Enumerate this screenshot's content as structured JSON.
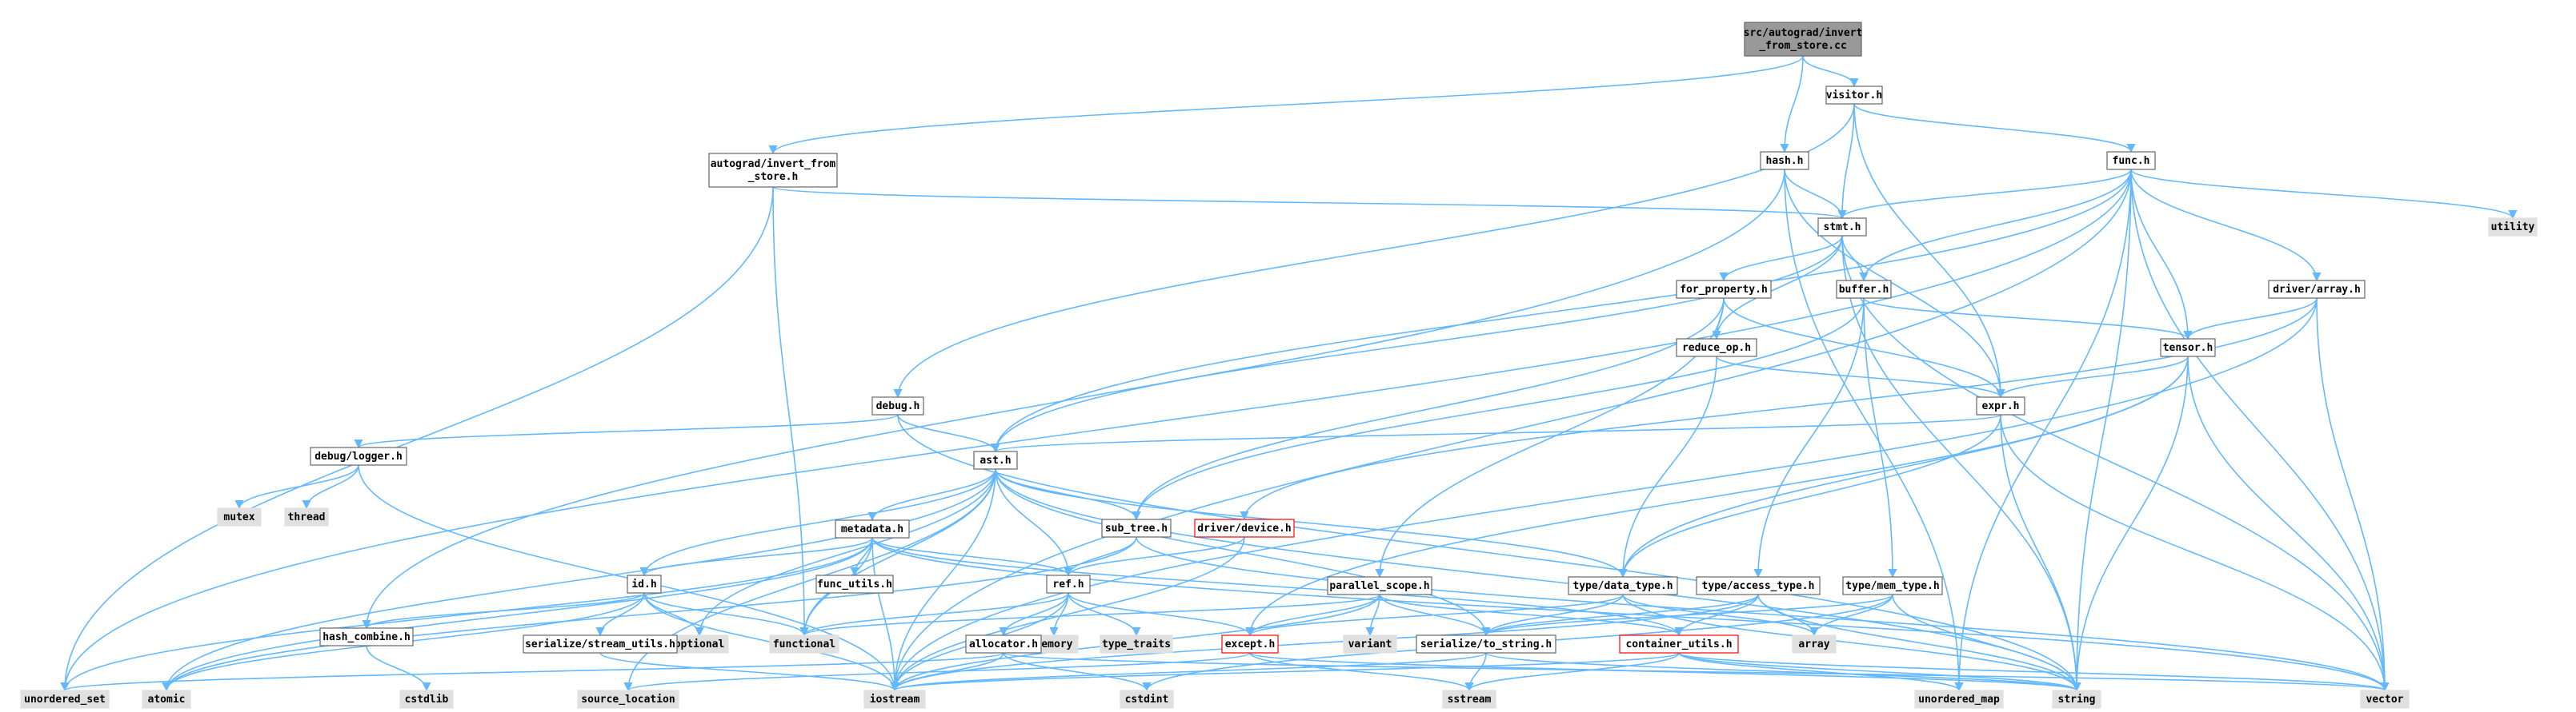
{
  "colors": {
    "edge": "#63b8ff",
    "border_normal": "#666666",
    "fill_normal": "#ffffff",
    "border_system": "#e0e0e0",
    "fill_system": "#e0e0e0",
    "border_root": "#666666",
    "fill_root": "#999999",
    "border_missing": "#ff0000",
    "fill_missing": "#ffffff",
    "text": "#000000"
  },
  "nodes": [
    {
      "id": "root",
      "lines": [
        "src/autograd/invert",
        "_from_store.cc"
      ],
      "kind": "root"
    },
    {
      "id": "visitor",
      "lines": [
        "visitor.h"
      ],
      "kind": "normal"
    },
    {
      "id": "invert",
      "lines": [
        "autograd/invert_from",
        "_store.h"
      ],
      "kind": "normal"
    },
    {
      "id": "hash",
      "lines": [
        "hash.h"
      ],
      "kind": "normal"
    },
    {
      "id": "func",
      "lines": [
        "func.h"
      ],
      "kind": "normal"
    },
    {
      "id": "stmt",
      "lines": [
        "stmt.h"
      ],
      "kind": "normal"
    },
    {
      "id": "utility",
      "lines": [
        "utility"
      ],
      "kind": "system"
    },
    {
      "id": "for_property",
      "lines": [
        "for_property.h"
      ],
      "kind": "normal"
    },
    {
      "id": "buffer",
      "lines": [
        "buffer.h"
      ],
      "kind": "normal"
    },
    {
      "id": "driver_array",
      "lines": [
        "driver/array.h"
      ],
      "kind": "normal"
    },
    {
      "id": "reduce_op",
      "lines": [
        "reduce_op.h"
      ],
      "kind": "normal"
    },
    {
      "id": "tensor",
      "lines": [
        "tensor.h"
      ],
      "kind": "normal"
    },
    {
      "id": "debug",
      "lines": [
        "debug.h"
      ],
      "kind": "normal"
    },
    {
      "id": "expr",
      "lines": [
        "expr.h"
      ],
      "kind": "normal"
    },
    {
      "id": "debug_logger",
      "lines": [
        "debug/logger.h"
      ],
      "kind": "normal"
    },
    {
      "id": "ast",
      "lines": [
        "ast.h"
      ],
      "kind": "normal"
    },
    {
      "id": "mutex",
      "lines": [
        "mutex"
      ],
      "kind": "system"
    },
    {
      "id": "thread",
      "lines": [
        "thread"
      ],
      "kind": "system"
    },
    {
      "id": "metadata",
      "lines": [
        "metadata.h"
      ],
      "kind": "normal"
    },
    {
      "id": "sub_tree",
      "lines": [
        "sub_tree.h"
      ],
      "kind": "normal"
    },
    {
      "id": "driver_device",
      "lines": [
        "driver/device.h"
      ],
      "kind": "missing"
    },
    {
      "id": "id",
      "lines": [
        "id.h"
      ],
      "kind": "normal"
    },
    {
      "id": "func_utils",
      "lines": [
        "func_utils.h"
      ],
      "kind": "normal"
    },
    {
      "id": "ref",
      "lines": [
        "ref.h"
      ],
      "kind": "normal"
    },
    {
      "id": "parallel_scope",
      "lines": [
        "parallel_scope.h"
      ],
      "kind": "normal"
    },
    {
      "id": "type_data_type",
      "lines": [
        "type/data_type.h"
      ],
      "kind": "normal"
    },
    {
      "id": "type_access_type",
      "lines": [
        "type/access_type.h"
      ],
      "kind": "normal"
    },
    {
      "id": "type_mem_type",
      "lines": [
        "type/mem_type.h"
      ],
      "kind": "normal"
    },
    {
      "id": "hash_combine",
      "lines": [
        "hash_combine.h"
      ],
      "kind": "normal"
    },
    {
      "id": "optional",
      "lines": [
        "optional"
      ],
      "kind": "system"
    },
    {
      "id": "serialize_stream_utils",
      "lines": [
        "serialize/stream_utils.h"
      ],
      "kind": "normal"
    },
    {
      "id": "functional",
      "lines": [
        "functional"
      ],
      "kind": "system"
    },
    {
      "id": "memory",
      "lines": [
        "memory"
      ],
      "kind": "system"
    },
    {
      "id": "type_traits",
      "lines": [
        "type_traits"
      ],
      "kind": "system"
    },
    {
      "id": "allocator",
      "lines": [
        "allocator.h"
      ],
      "kind": "normal"
    },
    {
      "id": "except",
      "lines": [
        "except.h"
      ],
      "kind": "missing"
    },
    {
      "id": "variant",
      "lines": [
        "variant"
      ],
      "kind": "system"
    },
    {
      "id": "serialize_to_string",
      "lines": [
        "serialize/to_string.h"
      ],
      "kind": "normal"
    },
    {
      "id": "container_utils",
      "lines": [
        "container_utils.h"
      ],
      "kind": "missing"
    },
    {
      "id": "array",
      "lines": [
        "array"
      ],
      "kind": "system"
    },
    {
      "id": "unordered_set",
      "lines": [
        "unordered_set"
      ],
      "kind": "system"
    },
    {
      "id": "atomic",
      "lines": [
        "atomic"
      ],
      "kind": "system"
    },
    {
      "id": "cstdlib",
      "lines": [
        "cstdlib"
      ],
      "kind": "system"
    },
    {
      "id": "source_location",
      "lines": [
        "source_location"
      ],
      "kind": "system"
    },
    {
      "id": "iostream",
      "lines": [
        "iostream"
      ],
      "kind": "system"
    },
    {
      "id": "cstdint",
      "lines": [
        "cstdint"
      ],
      "kind": "system"
    },
    {
      "id": "sstream",
      "lines": [
        "sstream"
      ],
      "kind": "system"
    },
    {
      "id": "unordered_map",
      "lines": [
        "unordered_map"
      ],
      "kind": "system"
    },
    {
      "id": "string",
      "lines": [
        "string"
      ],
      "kind": "system"
    },
    {
      "id": "vector",
      "lines": [
        "vector"
      ],
      "kind": "system"
    }
  ],
  "edges": [
    [
      "root",
      "visitor"
    ],
    [
      "root",
      "invert"
    ],
    [
      "root",
      "hash"
    ],
    [
      "visitor",
      "func"
    ],
    [
      "visitor",
      "stmt"
    ],
    [
      "visitor",
      "debug"
    ],
    [
      "visitor",
      "expr"
    ],
    [
      "invert",
      "stmt"
    ],
    [
      "invert",
      "functional"
    ],
    [
      "invert",
      "unordered_set"
    ],
    [
      "hash",
      "stmt"
    ],
    [
      "hash",
      "expr"
    ],
    [
      "hash",
      "hash_combine"
    ],
    [
      "hash",
      "unordered_map"
    ],
    [
      "func",
      "stmt"
    ],
    [
      "func",
      "buffer"
    ],
    [
      "func",
      "driver_array"
    ],
    [
      "func",
      "tensor"
    ],
    [
      "func",
      "utility"
    ],
    [
      "func",
      "ast"
    ],
    [
      "func",
      "iostream"
    ],
    [
      "func",
      "string"
    ],
    [
      "func",
      "vector"
    ],
    [
      "func",
      "unordered_set"
    ],
    [
      "func",
      "unordered_map"
    ],
    [
      "stmt",
      "for_property"
    ],
    [
      "stmt",
      "buffer"
    ],
    [
      "stmt",
      "reduce_op"
    ],
    [
      "stmt",
      "ast"
    ],
    [
      "stmt",
      "string"
    ],
    [
      "stmt",
      "vector"
    ],
    [
      "for_property",
      "reduce_op"
    ],
    [
      "for_property",
      "expr"
    ],
    [
      "for_property",
      "sub_tree"
    ],
    [
      "for_property",
      "parallel_scope"
    ],
    [
      "buffer",
      "tensor"
    ],
    [
      "buffer",
      "type_access_type"
    ],
    [
      "buffer",
      "type_mem_type"
    ],
    [
      "buffer",
      "sub_tree"
    ],
    [
      "driver_array",
      "tensor"
    ],
    [
      "driver_array",
      "driver_device"
    ],
    [
      "driver_array",
      "vector"
    ],
    [
      "driver_array",
      "iostream"
    ],
    [
      "reduce_op",
      "expr"
    ],
    [
      "reduce_op",
      "type_data_type"
    ],
    [
      "tensor",
      "expr"
    ],
    [
      "tensor",
      "type_data_type"
    ],
    [
      "tensor",
      "string"
    ],
    [
      "tensor",
      "vector"
    ],
    [
      "tensor",
      "except"
    ],
    [
      "debug",
      "ast"
    ],
    [
      "debug",
      "debug_logger"
    ],
    [
      "debug",
      "string"
    ],
    [
      "expr",
      "ast"
    ],
    [
      "expr",
      "type_data_type"
    ],
    [
      "expr",
      "string"
    ],
    [
      "expr",
      "vector"
    ],
    [
      "debug_logger",
      "mutex"
    ],
    [
      "debug_logger",
      "thread"
    ],
    [
      "debug_logger",
      "iostream"
    ],
    [
      "ast",
      "metadata"
    ],
    [
      "ast",
      "sub_tree"
    ],
    [
      "ast",
      "id"
    ],
    [
      "ast",
      "ref"
    ],
    [
      "ast",
      "type_data_type"
    ],
    [
      "ast",
      "serialize_to_string"
    ],
    [
      "ast",
      "functional"
    ],
    [
      "ast",
      "optional"
    ],
    [
      "ast",
      "atomic"
    ],
    [
      "ast",
      "iostream"
    ],
    [
      "ast",
      "string"
    ],
    [
      "ast",
      "source_location"
    ],
    [
      "metadata",
      "id"
    ],
    [
      "metadata",
      "func_utils"
    ],
    [
      "metadata",
      "ref"
    ],
    [
      "metadata",
      "container_utils"
    ],
    [
      "metadata",
      "functional"
    ],
    [
      "metadata",
      "iostream"
    ],
    [
      "metadata",
      "unordered_set"
    ],
    [
      "metadata",
      "vector"
    ],
    [
      "metadata",
      "atomic"
    ],
    [
      "sub_tree",
      "ref"
    ],
    [
      "sub_tree",
      "atomic"
    ],
    [
      "sub_tree",
      "vector"
    ],
    [
      "driver_device",
      "ref"
    ],
    [
      "driver_device",
      "iostream"
    ],
    [
      "id",
      "hash_combine"
    ],
    [
      "id",
      "optional"
    ],
    [
      "id",
      "serialize_stream_utils"
    ],
    [
      "id",
      "functional"
    ],
    [
      "id",
      "atomic"
    ],
    [
      "id",
      "iostream"
    ],
    [
      "ref",
      "except"
    ],
    [
      "ref",
      "allocator"
    ],
    [
      "ref",
      "memory"
    ],
    [
      "ref",
      "type_traits"
    ],
    [
      "ref",
      "functional"
    ],
    [
      "ref",
      "iostream"
    ],
    [
      "parallel_scope",
      "except"
    ],
    [
      "parallel_scope",
      "variant"
    ],
    [
      "parallel_scope",
      "serialize_to_string"
    ],
    [
      "parallel_scope",
      "container_utils"
    ],
    [
      "parallel_scope",
      "functional"
    ],
    [
      "parallel_scope",
      "iostream"
    ],
    [
      "type_data_type",
      "except"
    ],
    [
      "type_data_type",
      "serialize_to_string"
    ],
    [
      "type_data_type",
      "array"
    ],
    [
      "type_data_type",
      "string"
    ],
    [
      "type_access_type",
      "serialize_to_string"
    ],
    [
      "type_access_type",
      "container_utils"
    ],
    [
      "type_access_type",
      "array"
    ],
    [
      "type_access_type",
      "iostream"
    ],
    [
      "type_access_type",
      "string"
    ],
    [
      "type_mem_type",
      "serialize_to_string"
    ],
    [
      "type_mem_type",
      "array"
    ],
    [
      "type_mem_type",
      "string"
    ],
    [
      "type_mem_type",
      "cstdint"
    ],
    [
      "hash_combine",
      "cstdlib"
    ],
    [
      "serialize_stream_utils",
      "iostream"
    ],
    [
      "allocator",
      "cstdint"
    ],
    [
      "allocator",
      "unordered_set"
    ],
    [
      "allocator",
      "vector"
    ],
    [
      "allocator",
      "iostream"
    ],
    [
      "except",
      "sstream"
    ],
    [
      "except",
      "source_location"
    ],
    [
      "except",
      "string"
    ],
    [
      "serialize_to_string",
      "sstream"
    ],
    [
      "serialize_to_string",
      "iostream"
    ],
    [
      "serialize_to_string",
      "string"
    ],
    [
      "container_utils",
      "unordered_map"
    ],
    [
      "container_utils",
      "string"
    ],
    [
      "container_utils",
      "vector"
    ],
    [
      "container_utils",
      "iostream"
    ],
    [
      "container_utils",
      "sstream"
    ]
  ]
}
